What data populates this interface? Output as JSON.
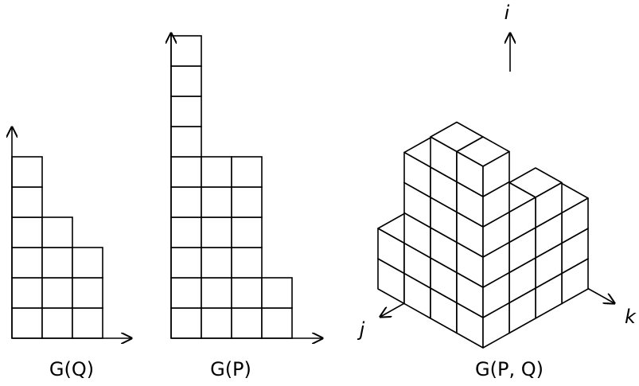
{
  "diagrams": [
    {
      "caption": "G(Q)",
      "column_heights": [
        6,
        4,
        3
      ]
    },
    {
      "caption": "G(P)",
      "column_heights": [
        10,
        6,
        6,
        2
      ]
    },
    {
      "caption": "G(P, Q)",
      "axis_labels": {
        "i": "i",
        "j": "j",
        "k": "k"
      },
      "stack_heights": [
        [
          6,
          4,
          4,
          3
        ],
        [
          6,
          4,
          3,
          2
        ],
        [
          5,
          3,
          2,
          2
        ],
        [
          2,
          2,
          2,
          2
        ]
      ]
    }
  ],
  "colors": {
    "stroke": "#000000",
    "fill": "#ffffff",
    "top_face": "#ffffff",
    "side_face": "#ffffff"
  }
}
